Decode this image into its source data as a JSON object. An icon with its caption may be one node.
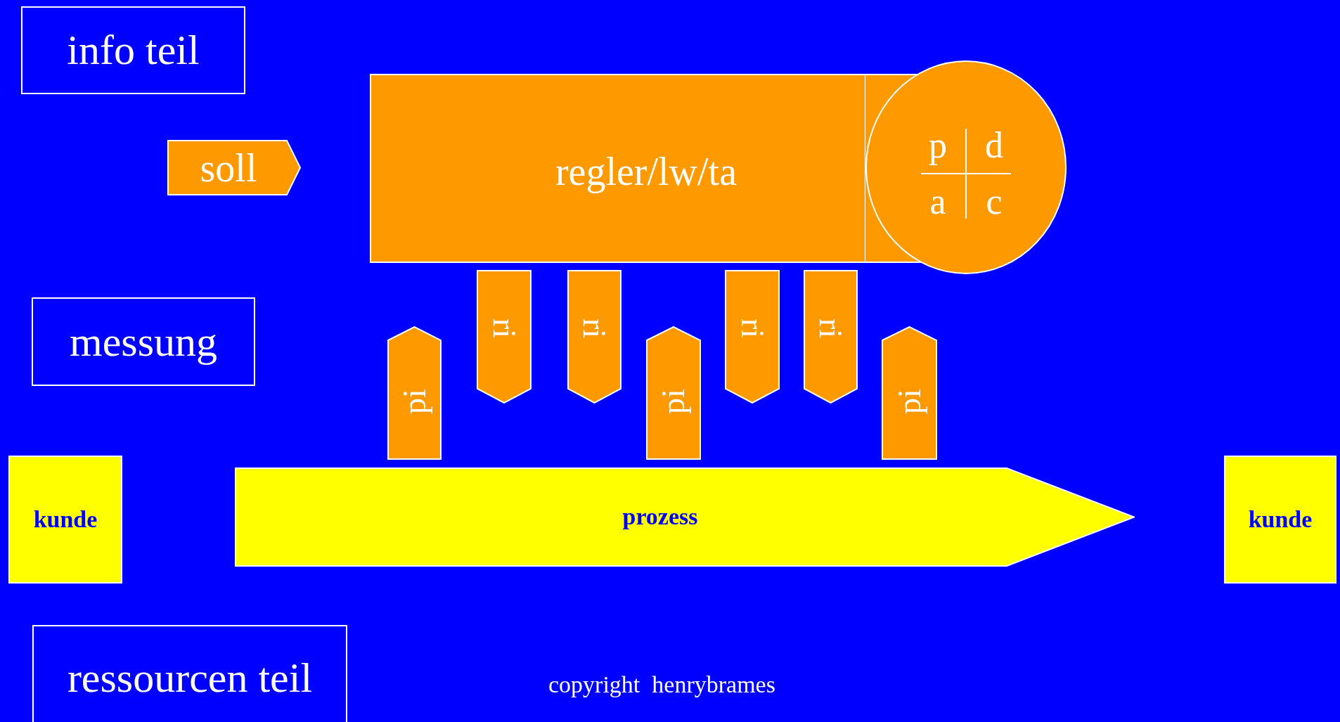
{
  "diagram": {
    "nodes": [
      {
        "text": [
          "info teil"
        ]
      },
      {
        "text": [
          "soll"
        ]
      },
      {
        "text": [
          "regler/lw/ta"
        ]
      },
      {
        "text": [
          "p",
          "d",
          "a",
          "c"
        ]
      },
      {
        "text": [
          "messung"
        ]
      },
      {
        "text": [
          "pi"
        ]
      },
      {
        "text": [
          "ri"
        ]
      },
      {
        "text": [
          "ri"
        ]
      },
      {
        "text": [
          "pi"
        ]
      },
      {
        "text": [
          "ri"
        ]
      },
      {
        "text": [
          "ri"
        ]
      },
      {
        "text": [
          "pi"
        ]
      },
      {
        "text": [
          "kunde"
        ]
      },
      {
        "text": [
          "prozess"
        ]
      },
      {
        "text": [
          "kunde"
        ]
      },
      {
        "text": [
          "ressourcen teil"
        ]
      }
    ],
    "labels": [
      "copyright  henrybrames"
    ]
  }
}
